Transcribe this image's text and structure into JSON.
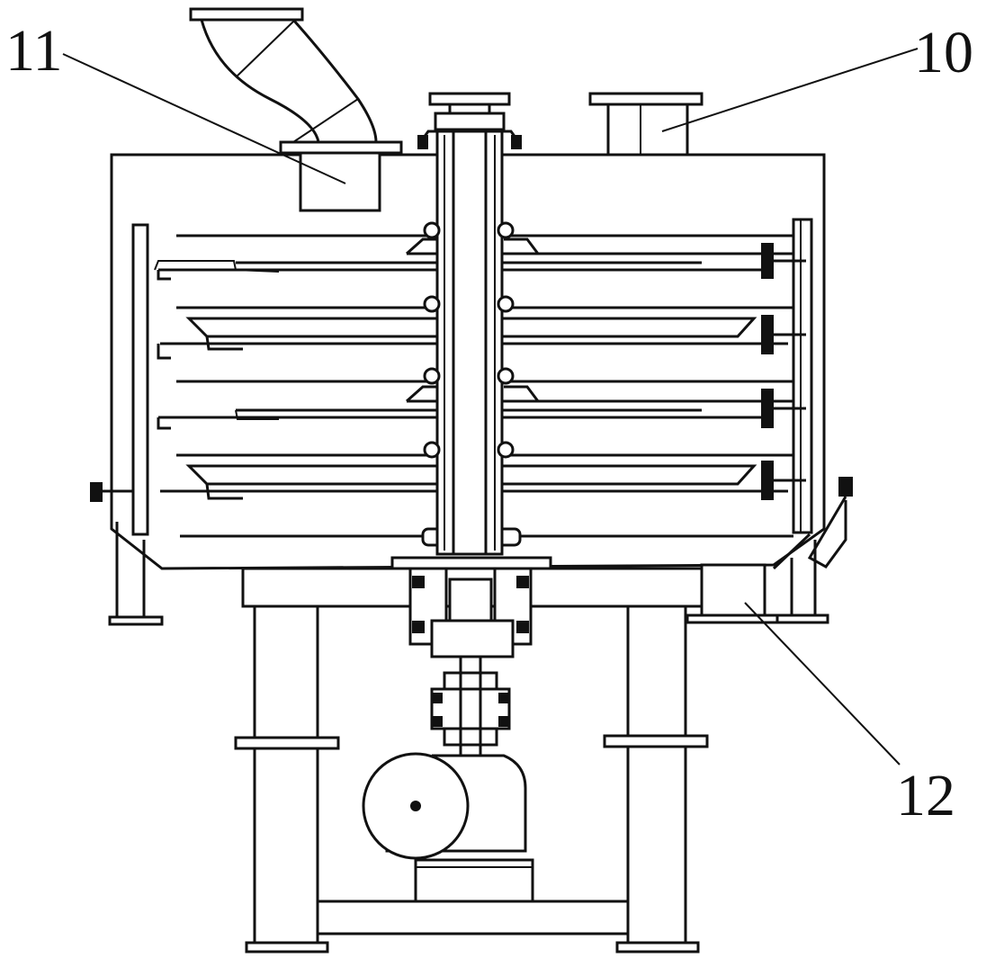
{
  "figure": {
    "labels": [
      {
        "id": "callout-11",
        "text": "11",
        "part": "feed-inlet"
      },
      {
        "id": "callout-10",
        "text": "10",
        "part": "vapor-outlet"
      },
      {
        "id": "callout-12",
        "text": "12",
        "part": "discharge-outlet"
      }
    ]
  }
}
